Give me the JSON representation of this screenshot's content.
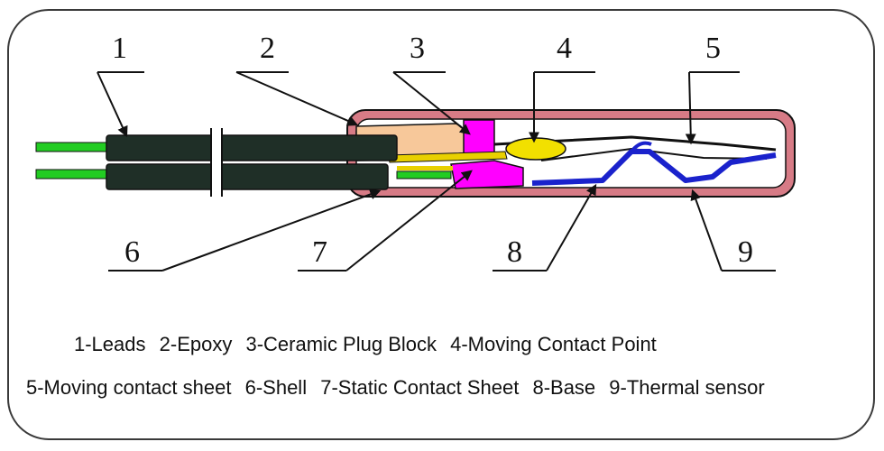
{
  "diagram": {
    "colors": {
      "lead_wire": "#22cc22",
      "lead_jacket": "#1f2f27",
      "epoxy": "#f7c89a",
      "ceramic_plug": "#ff00ff",
      "moving_contact_point": "#f2e000",
      "shell": "#d77b86",
      "base": "#1a22cc",
      "static_sheet": "#e8d000",
      "outline": "#111111"
    },
    "callouts": [
      "1",
      "2",
      "3",
      "4",
      "5",
      "6",
      "7",
      "8",
      "9"
    ]
  },
  "legend": {
    "line1": [
      "1-Leads",
      "2-Epoxy",
      "3-Ceramic Plug Block",
      "4-Moving Contact Point"
    ],
    "line2": [
      "5-Moving contact sheet",
      "6-Shell",
      "7-Static Contact Sheet",
      "8-Base",
      "9-Thermal sensor"
    ]
  }
}
